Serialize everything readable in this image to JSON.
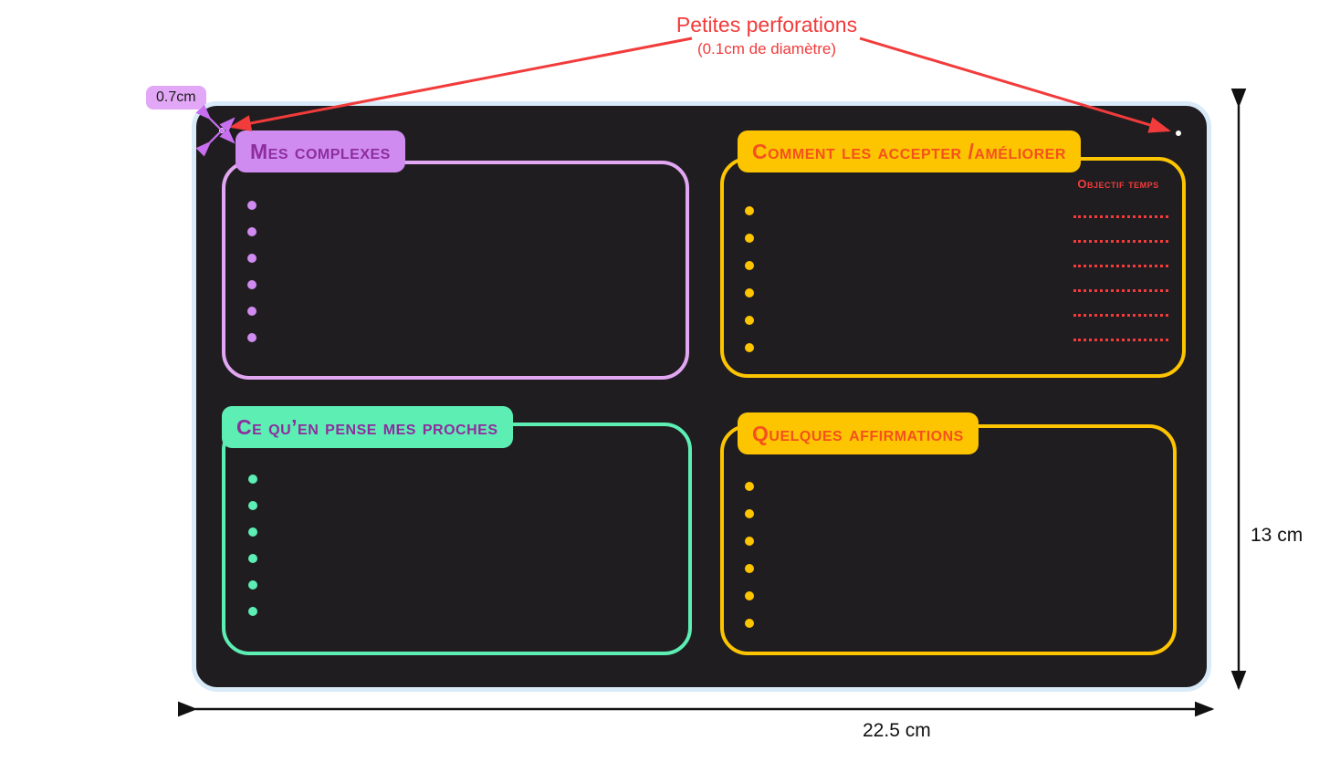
{
  "annotations": {
    "perforations_title": "Petites perforations",
    "perforations_subtitle": "(0.1cm de diamètre)",
    "corner_offset_label": "0.7cm",
    "height_label": "13 cm",
    "width_label": "22.5 cm"
  },
  "card": {
    "sections": [
      {
        "title": "Mes complexes"
      },
      {
        "title": "Comment les accepter /améliorer",
        "note": "Objectif temps"
      },
      {
        "title": "Ce qu’en pense mes proches"
      },
      {
        "title": "Quelques affirmations"
      }
    ]
  },
  "colors": {
    "violet": "#cf8bf0",
    "violet_border": "#e2a7f2",
    "purple_text": "#8e2d9e",
    "yellow": "#fdc500",
    "orange_text": "#f4511e",
    "green": "#5deeb4",
    "red_annotation": "#f23b3b",
    "card_background": "#201d20",
    "card_border": "#d9eaf8"
  }
}
